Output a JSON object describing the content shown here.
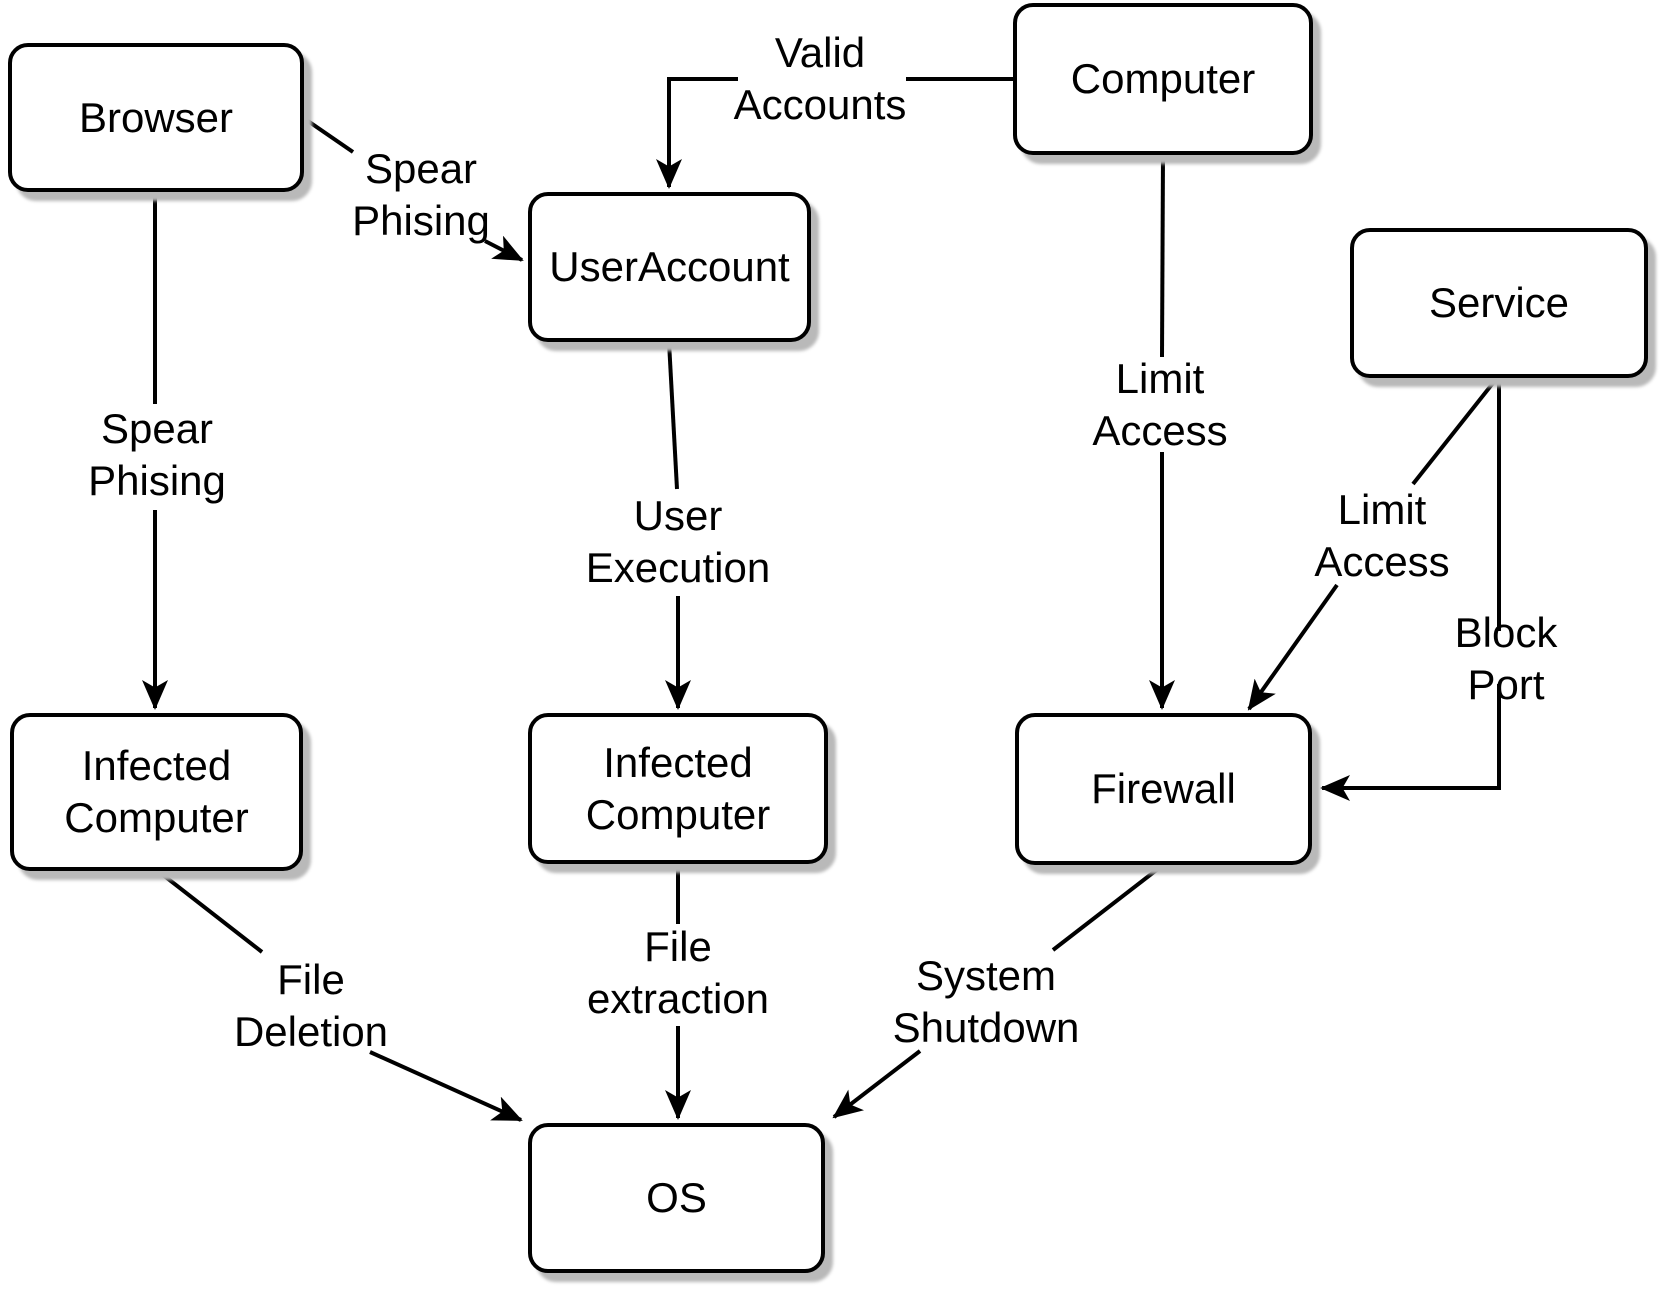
{
  "colors": {
    "background": "#ffffff",
    "node_fill": "#ffffff",
    "stroke": "#000000",
    "text": "#000000",
    "shadow": "#b9b9b9"
  },
  "nodes": {
    "browser": {
      "label": "Browser"
    },
    "user_account": {
      "label": "UserAccount"
    },
    "computer": {
      "label": "Computer"
    },
    "service": {
      "label": "Service"
    },
    "infected_computer_left": {
      "label": "Infected\nComputer"
    },
    "infected_computer_center": {
      "label": "Infected\nComputer"
    },
    "firewall": {
      "label": "Firewall"
    },
    "os": {
      "label": "OS"
    }
  },
  "edge_labels": {
    "spear_phising_browser_useraccount": "Spear\nPhising",
    "spear_phising_browser_infected": "Spear\nPhising",
    "valid_accounts": "Valid\nAccounts",
    "user_execution": "User\nExecution",
    "limit_access_computer": "Limit\nAccess",
    "limit_access_service": "Limit\nAccess",
    "block_port": "Block Port",
    "file_deletion": "File\nDeletion",
    "file_extraction": "File\nextraction",
    "system_shutdown": "System\nShutdown"
  },
  "edges": [
    {
      "from": "Browser",
      "to": "UserAccount",
      "label": "Spear Phising"
    },
    {
      "from": "Browser",
      "to": "Infected Computer",
      "label": "Spear Phising"
    },
    {
      "from": "Computer",
      "to": "UserAccount",
      "label": "Valid Accounts"
    },
    {
      "from": "UserAccount",
      "to": "Infected Computer",
      "label": "User Execution"
    },
    {
      "from": "Computer",
      "to": "Firewall",
      "label": "Limit Access"
    },
    {
      "from": "Service",
      "to": "Firewall",
      "label": "Limit Access"
    },
    {
      "from": "Service",
      "to": "Firewall",
      "label": "Block Port"
    },
    {
      "from": "Infected Computer",
      "to": "OS",
      "label": "File Deletion"
    },
    {
      "from": "Infected Computer",
      "to": "OS",
      "label": "File extraction"
    },
    {
      "from": "Firewall",
      "to": "OS",
      "label": "System Shutdown"
    }
  ]
}
